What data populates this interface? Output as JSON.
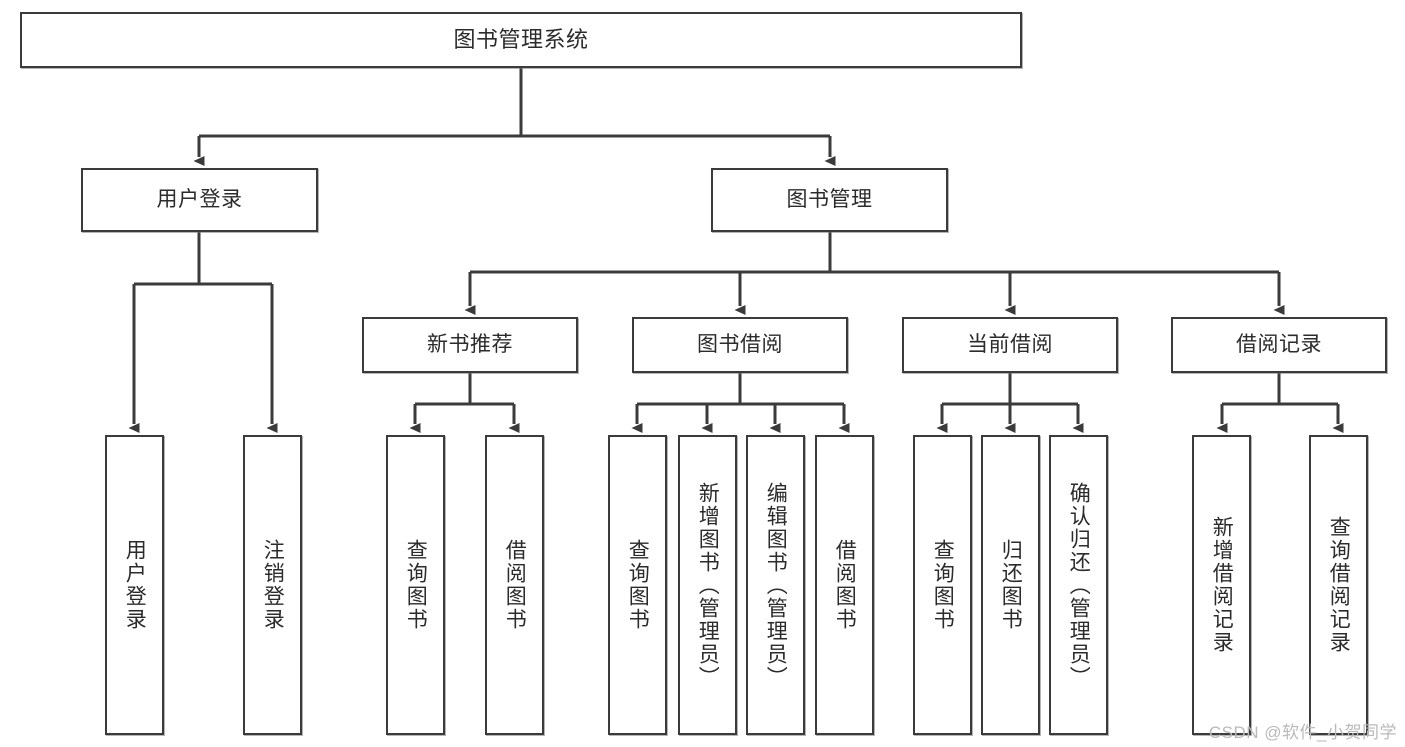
{
  "diagram": {
    "title": "图书管理系统",
    "watermark": "CSDN @软件_小贺同学",
    "colors": {
      "box_stroke": "#3b3b3b",
      "box_fill": "#ffffff",
      "connector": "#3b3b3b",
      "text": "#2b2b2b",
      "watermark": "#b9b9b9"
    },
    "levels": {
      "level1": [
        {
          "id": "root",
          "label": "图书管理系统"
        }
      ],
      "level2": [
        {
          "id": "user-login",
          "label": "用户登录"
        },
        {
          "id": "book-manage",
          "label": "图书管理"
        }
      ],
      "level3": [
        {
          "id": "new-book-recommend",
          "label": "新书推荐"
        },
        {
          "id": "book-borrow",
          "label": "图书借阅"
        },
        {
          "id": "current-borrow",
          "label": "当前借阅"
        },
        {
          "id": "borrow-record",
          "label": "借阅记录"
        }
      ],
      "level4": [
        {
          "id": "leaf-user-login",
          "label": "用户登录",
          "parent": "user-login"
        },
        {
          "id": "leaf-logout",
          "label": "注销登录",
          "parent": "user-login"
        },
        {
          "id": "leaf-query-book-1",
          "label": "查询图书",
          "parent": "new-book-recommend"
        },
        {
          "id": "leaf-borrow-book-1",
          "label": "借阅图书",
          "parent": "new-book-recommend"
        },
        {
          "id": "leaf-query-book-2",
          "label": "查询图书",
          "parent": "book-borrow"
        },
        {
          "id": "leaf-add-book",
          "label": "新增图书（管理员）",
          "parent": "book-borrow"
        },
        {
          "id": "leaf-edit-book",
          "label": "编辑图书（管理员）",
          "parent": "book-borrow"
        },
        {
          "id": "leaf-borrow-book-2",
          "label": "借阅图书",
          "parent": "book-borrow"
        },
        {
          "id": "leaf-query-book-3",
          "label": "查询图书",
          "parent": "current-borrow"
        },
        {
          "id": "leaf-return-book",
          "label": "归还图书",
          "parent": "current-borrow"
        },
        {
          "id": "leaf-confirm-return",
          "label": "确认归还（管理员）",
          "parent": "current-borrow"
        },
        {
          "id": "leaf-add-record",
          "label": "新增借阅记录",
          "parent": "borrow-record"
        },
        {
          "id": "leaf-query-record",
          "label": "查询借阅记录",
          "parent": "borrow-record"
        }
      ]
    }
  }
}
